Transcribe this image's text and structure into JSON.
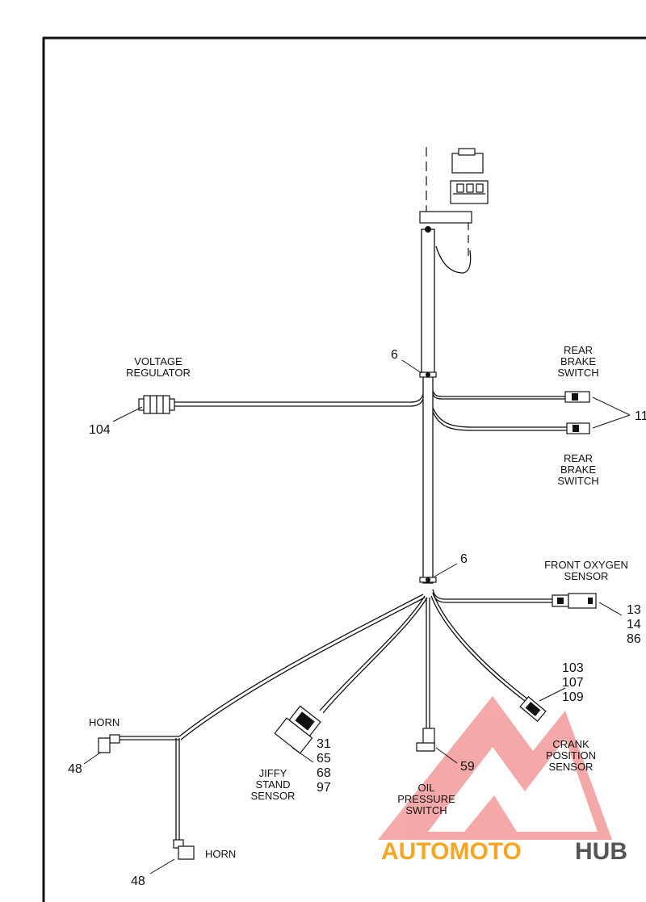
{
  "labels": {
    "voltage_regulator": [
      "VOLTAGE",
      "REGULATOR"
    ],
    "rear_brake_switch_top": [
      "REAR",
      "BRAKE",
      "SWITCH"
    ],
    "rear_brake_switch_bottom": [
      "REAR",
      "BRAKE",
      "SWITCH"
    ],
    "front_oxygen_sensor": [
      "FRONT OXYGEN",
      "SENSOR"
    ],
    "crank_position_sensor": [
      "CRANK",
      "POSITION",
      "SENSOR"
    ],
    "jiffy_stand_sensor": [
      "JIFFY",
      "STAND",
      "SENSOR"
    ],
    "oil_pressure_switch": [
      "OIL",
      "PRESSURE",
      "SWITCH"
    ],
    "horn_left": "HORN",
    "horn_bottom": "HORN"
  },
  "callouts": {
    "clip_upper": "6",
    "clip_lower": "6",
    "voltage_regulator": "104",
    "rear_brake_switch": "11",
    "front_oxygen_sensor": [
      "13",
      "14",
      "86"
    ],
    "crank_position_sensor": [
      "103",
      "107",
      "109"
    ],
    "jiffy_stand_sensor": [
      "31",
      "65",
      "68",
      "97"
    ],
    "oil_pressure_switch": "59",
    "horn_left": "48",
    "horn_bottom": "48"
  },
  "watermark": {
    "text_a": "AUTOMOTO",
    "text_b": "HUB",
    "color_a": "#f5a623",
    "color_b": "#555555",
    "logo_color": "#e84a4a"
  }
}
